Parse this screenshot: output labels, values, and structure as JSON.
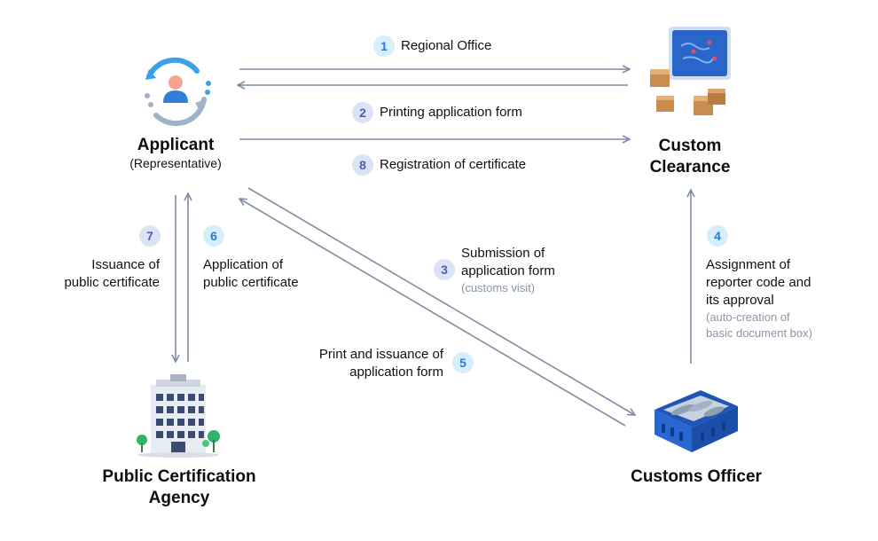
{
  "nodes": {
    "applicant": {
      "title": "Applicant",
      "subtitle": "(Representative)",
      "icon": "applicant-person-icon"
    },
    "custom_clearance": {
      "title_line1": "Custom",
      "title_line2": "Clearance",
      "icon": "customs-monitor-boxes-icon"
    },
    "public_agency": {
      "title_line1": "Public Certification",
      "title_line2": "Agency",
      "icon": "office-building-icon"
    },
    "customs_officer": {
      "title": "Customs Officer",
      "icon": "fish-crate-icon"
    }
  },
  "steps": [
    {
      "number": "1",
      "text": "Regional Office"
    },
    {
      "number": "2",
      "text": "Printing application form"
    },
    {
      "number": "8",
      "text": "Registration of certificate"
    },
    {
      "number": "3",
      "line1": "Submission of",
      "line2": "application form",
      "note": "(customs visit)"
    },
    {
      "number": "4",
      "line1": "Assignment of",
      "line2": "reporter code and",
      "line3": "its approval",
      "note1": "(auto-creation of",
      "note2": "basic document box)"
    },
    {
      "number": "5",
      "line1": "Print and issuance of",
      "line2": "application form"
    },
    {
      "number": "6",
      "line1": "Application of",
      "line2": "public certificate"
    },
    {
      "number": "7",
      "line1": "Issuance of",
      "line2": "public certificate"
    }
  ],
  "colors": {
    "arrow": "#7f8ea3",
    "badge_blue_bg": "#d6eefd",
    "badge_purple_bg": "#dde3f6",
    "title": "#0d0d0d",
    "note": "#8a95a8"
  }
}
